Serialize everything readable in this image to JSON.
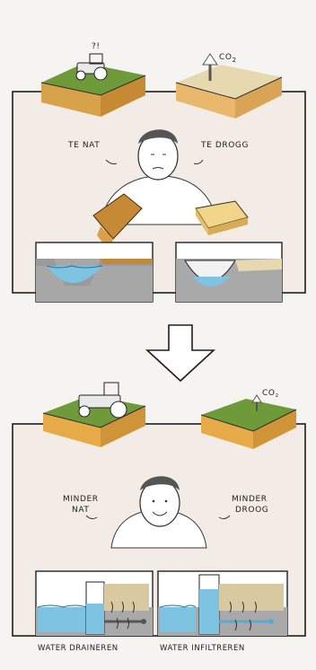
{
  "top": {
    "tractor_mark": "?!",
    "co2_base": "CO",
    "co2_sub": "2",
    "label_left": "TE NAT",
    "label_right": "TE DROGG"
  },
  "bottom": {
    "co2_base": "CO",
    "co2_sub": "2",
    "label_left_line1": "MINDER",
    "label_left_line2": "NAT",
    "label_right_line1": "MINDER",
    "label_right_line2": "DROOG",
    "caption_left": "WATER DRAINEREN",
    "caption_right": "WATER INFILTREREN"
  },
  "colors": {
    "panel_bg": "#f3ece6",
    "grass": "#6e9a3a",
    "soil": "#d8a24a",
    "dry_soil": "#e6d9b0",
    "water": "#7fc3e3",
    "ground_gray": "#9a9a9a"
  }
}
